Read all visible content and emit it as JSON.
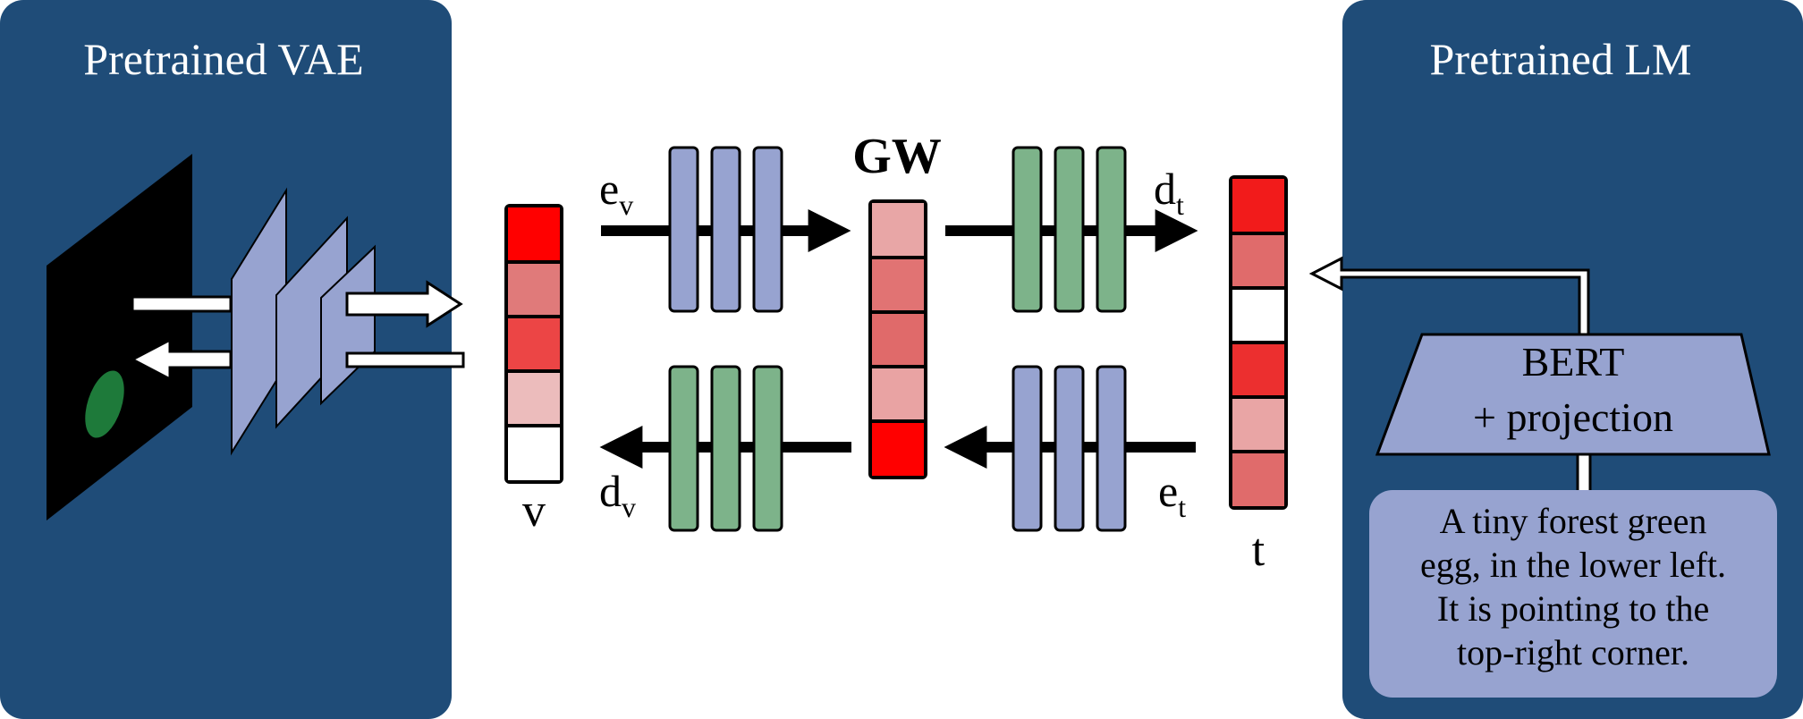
{
  "panels": {
    "left_title": "Pretrained VAE",
    "right_title": "Pretrained LM"
  },
  "labels": {
    "gw": "GW",
    "v": "v",
    "t": "t",
    "e_v_base": "e",
    "e_v_sub": "v",
    "d_v_base": "d",
    "d_v_sub": "v",
    "d_t_base": "d",
    "d_t_sub": "t",
    "e_t_base": "e",
    "e_t_sub": "t"
  },
  "bert": {
    "line1": "BERT",
    "line2": "+ projection"
  },
  "caption": {
    "line1": "A tiny forest green",
    "line2": "egg, in the lower left.",
    "line3": "It is pointing to the",
    "line4": "top-right corner."
  },
  "vectors": {
    "v_cells": [
      "#ff0000",
      "#e07a7a",
      "#ec4545",
      "#ecbcbc",
      "#ffffff"
    ],
    "gw_cells": [
      "#e8a6a6",
      "#e17373",
      "#e06a6a",
      "#e9a3a3",
      "#ff0000"
    ],
    "t_cells": [
      "#f21b1b",
      "#e06b6b",
      "#ffffff",
      "#ec2f2f",
      "#e9a5a5",
      "#e06b6b"
    ]
  },
  "colors": {
    "panel": "#1f4c78",
    "layer_blue": "#97a3d0",
    "layer_green": "#7db38a",
    "egg": "#1e7a3a"
  }
}
